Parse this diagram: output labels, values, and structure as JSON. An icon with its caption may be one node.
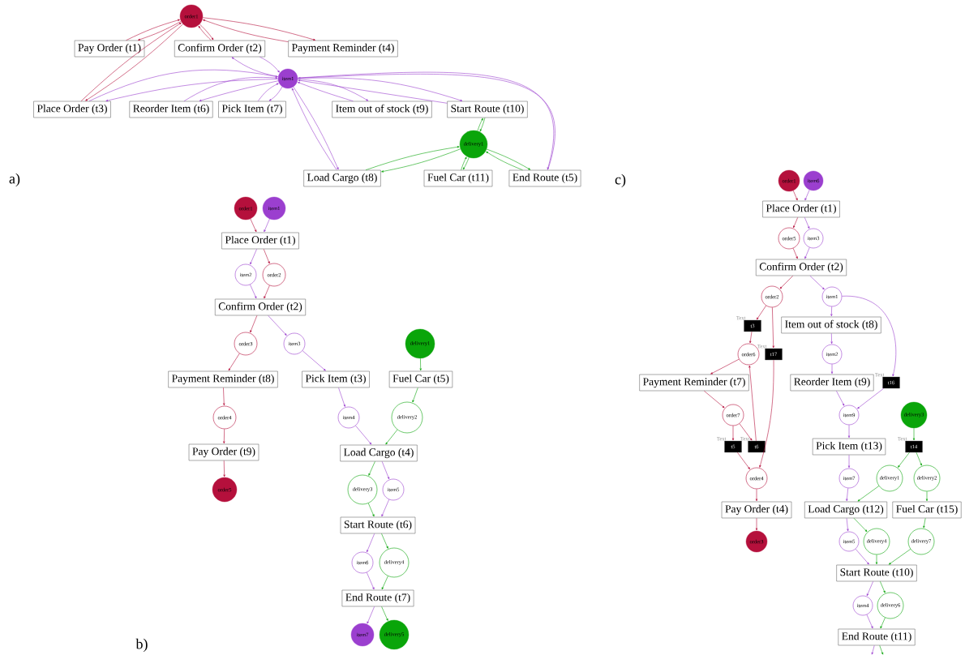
{
  "diagram": {
    "nodes": [
      {
        "text": [
          "order1"
        ]
      },
      {
        "text": [
          "Pay Order (t1)"
        ]
      },
      {
        "text": [
          "Confirm Order (t2)"
        ]
      },
      {
        "text": [
          "Payment Reminder (t4)"
        ]
      },
      {
        "text": [
          "item1"
        ]
      },
      {
        "text": [
          "Place Order (t3)"
        ]
      },
      {
        "text": [
          "Reorder Item (t6)"
        ]
      },
      {
        "text": [
          "Pick Item (t7)"
        ]
      },
      {
        "text": [
          "Item out of stock (t9)"
        ]
      },
      {
        "text": [
          "Start Route (t10)"
        ]
      },
      {
        "text": [
          "delivery1"
        ]
      },
      {
        "text": [
          "Load Cargo (t8)"
        ]
      },
      {
        "text": [
          "Fuel Car (t11)"
        ]
      },
      {
        "text": [
          "End Route (t5)"
        ]
      },
      {
        "text": [
          "order1"
        ]
      },
      {
        "text": [
          "item1"
        ]
      },
      {
        "text": [
          "Place Order (t1)"
        ]
      },
      {
        "text": [
          "item2"
        ]
      },
      {
        "text": [
          "order2"
        ]
      },
      {
        "text": [
          "Confirm Order (t2)"
        ]
      },
      {
        "text": [
          "order3"
        ]
      },
      {
        "text": [
          "item3"
        ]
      },
      {
        "text": [
          "delivery1"
        ]
      },
      {
        "text": [
          "Payment Reminder (t8)"
        ]
      },
      {
        "text": [
          "Pick Item (t3)"
        ]
      },
      {
        "text": [
          "Fuel Car (t5)"
        ]
      },
      {
        "text": [
          "order4"
        ]
      },
      {
        "text": [
          "item4"
        ]
      },
      {
        "text": [
          "delivery2"
        ]
      },
      {
        "text": [
          "Pay Order (t9)"
        ]
      },
      {
        "text": [
          "Load Cargo (t4)"
        ]
      },
      {
        "text": [
          "order5"
        ]
      },
      {
        "text": [
          "delivery3"
        ]
      },
      {
        "text": [
          "item5"
        ]
      },
      {
        "text": [
          "Start Route (t6)"
        ]
      },
      {
        "text": [
          "item6"
        ]
      },
      {
        "text": [
          "delivery4"
        ]
      },
      {
        "text": [
          "End Route (t7)"
        ]
      },
      {
        "text": [
          "item7"
        ]
      },
      {
        "text": [
          "delivery5"
        ]
      },
      {
        "text": [
          "order1"
        ]
      },
      {
        "text": [
          "item6"
        ]
      },
      {
        "text": [
          "Place Order (t1)"
        ]
      },
      {
        "text": [
          "order5"
        ]
      },
      {
        "text": [
          "item3"
        ]
      },
      {
        "text": [
          "Confirm Order (t2)"
        ]
      },
      {
        "text": [
          "order2"
        ]
      },
      {
        "text": [
          "item1"
        ]
      },
      {
        "text": [
          "t3"
        ],
        "beside": [
          "Text"
        ]
      },
      {
        "text": [
          "Item out of stock (t8)"
        ]
      },
      {
        "text": [
          "order6"
        ]
      },
      {
        "text": [
          "t17"
        ],
        "beside": [
          "Text"
        ]
      },
      {
        "text": [
          "item2"
        ]
      },
      {
        "text": [
          "Payment Reminder (t7)"
        ]
      },
      {
        "text": [
          "Reorder Item (t9)"
        ]
      },
      {
        "text": [
          "t16"
        ],
        "beside": [
          "Text"
        ]
      },
      {
        "text": [
          "order7"
        ]
      },
      {
        "text": [
          "item9"
        ]
      },
      {
        "text": [
          "delivery3"
        ]
      },
      {
        "text": [
          "t5"
        ],
        "beside": [
          "Text"
        ]
      },
      {
        "text": [
          "t6"
        ],
        "beside": [
          "Text"
        ]
      },
      {
        "text": [
          "Pick Item (t13)"
        ]
      },
      {
        "text": [
          "t14"
        ],
        "beside": [
          "Text"
        ]
      },
      {
        "text": [
          "order4"
        ]
      },
      {
        "text": [
          "item7"
        ]
      },
      {
        "text": [
          "delivery1"
        ]
      },
      {
        "text": [
          "delivery2"
        ]
      },
      {
        "text": [
          "Pay Order (t4)"
        ]
      },
      {
        "text": [
          "Load Cargo (t12)"
        ]
      },
      {
        "text": [
          "Fuel Car (t15)"
        ]
      },
      {
        "text": [
          "order3"
        ]
      },
      {
        "text": [
          "item5"
        ]
      },
      {
        "text": [
          "delivery4"
        ]
      },
      {
        "text": [
          "delivery7"
        ]
      },
      {
        "text": [
          "Start Route (t10)"
        ]
      },
      {
        "text": [
          "item4"
        ]
      },
      {
        "text": [
          "delivery6"
        ]
      },
      {
        "text": [
          "End Route (t11)"
        ]
      }
    ],
    "edges": [
      {
        "from": 0,
        "to": 1,
        "arrow": "to",
        "color": "#b5103c"
      },
      {
        "from": 1,
        "to": 0,
        "arrow": "to",
        "color": "#b5103c"
      },
      {
        "from": 0,
        "to": 2,
        "arrow": "to",
        "color": "#b5103c"
      },
      {
        "from": 2,
        "to": 0,
        "arrow": "to",
        "color": "#b5103c"
      },
      {
        "from": 3,
        "to": 0,
        "arrow": "to",
        "color": "#b5103c"
      },
      {
        "from": 0,
        "to": 3,
        "arrow": "to",
        "color": "#b5103c"
      },
      {
        "from": 0,
        "to": 5,
        "arrow": "to",
        "color": "#b5103c"
      },
      {
        "from": 5,
        "to": 0,
        "arrow": "to",
        "color": "#b5103c"
      },
      {
        "from": 4,
        "to": 2,
        "arrow": "to",
        "color": "#9b3fcf"
      },
      {
        "from": 2,
        "to": 4,
        "arrow": "to",
        "color": "#9b3fcf"
      },
      {
        "from": 4,
        "to": 5,
        "arrow": "to",
        "color": "#9b3fcf"
      },
      {
        "from": 5,
        "to": 4,
        "arrow": "to",
        "color": "#9b3fcf"
      },
      {
        "from": 4,
        "to": 6,
        "arrow": "to",
        "color": "#9b3fcf"
      },
      {
        "from": 6,
        "to": 4,
        "arrow": "to",
        "color": "#9b3fcf"
      },
      {
        "from": 4,
        "to": 7,
        "arrow": "to",
        "color": "#9b3fcf"
      },
      {
        "from": 7,
        "to": 4,
        "arrow": "to",
        "color": "#9b3fcf"
      },
      {
        "from": 4,
        "to": 8,
        "arrow": "to",
        "color": "#9b3fcf"
      },
      {
        "from": 8,
        "to": 4,
        "arrow": "to",
        "color": "#9b3fcf"
      },
      {
        "from": 4,
        "to": 9,
        "arrow": "to",
        "color": "#9b3fcf"
      },
      {
        "from": 9,
        "to": 4,
        "arrow": "to",
        "color": "#9b3fcf"
      },
      {
        "from": 4,
        "to": 11,
        "arrow": "to",
        "color": "#9b3fcf"
      },
      {
        "from": 11,
        "to": 4,
        "arrow": "to",
        "color": "#9b3fcf"
      },
      {
        "from": 4,
        "to": 13,
        "arrow": "to",
        "color": "#9b3fcf"
      },
      {
        "from": 13,
        "to": 4,
        "arrow": "to",
        "color": "#9b3fcf"
      },
      {
        "from": 10,
        "to": 9,
        "arrow": "to",
        "color": "#0aa50a"
      },
      {
        "from": 9,
        "to": 10,
        "arrow": "to",
        "color": "#0aa50a"
      },
      {
        "from": 10,
        "to": 11,
        "arrow": "to",
        "color": "#0aa50a"
      },
      {
        "from": 11,
        "to": 10,
        "arrow": "to",
        "color": "#0aa50a"
      },
      {
        "from": 10,
        "to": 12,
        "arrow": "to",
        "color": "#0aa50a"
      },
      {
        "from": 12,
        "to": 10,
        "arrow": "to",
        "color": "#0aa50a"
      },
      {
        "from": 10,
        "to": 13,
        "arrow": "to",
        "color": "#0aa50a"
      },
      {
        "from": 13,
        "to": 10,
        "arrow": "to",
        "color": "#0aa50a"
      },
      {
        "from": 14,
        "to": 16,
        "arrow": "to",
        "color": "#b5103c"
      },
      {
        "from": 15,
        "to": 16,
        "arrow": "to",
        "color": "#9b3fcf"
      },
      {
        "from": 16,
        "to": 17,
        "arrow": "to",
        "color": "#9b3fcf"
      },
      {
        "from": 16,
        "to": 18,
        "arrow": "to",
        "color": "#b5103c"
      },
      {
        "from": 17,
        "to": 19,
        "arrow": "to",
        "color": "#9b3fcf"
      },
      {
        "from": 18,
        "to": 19,
        "arrow": "to",
        "color": "#b5103c"
      },
      {
        "from": 19,
        "to": 20,
        "arrow": "to",
        "color": "#b5103c"
      },
      {
        "from": 19,
        "to": 21,
        "arrow": "to",
        "color": "#9b3fcf"
      },
      {
        "from": 20,
        "to": 23,
        "arrow": "to",
        "color": "#b5103c"
      },
      {
        "from": 21,
        "to": 24,
        "arrow": "to",
        "color": "#9b3fcf"
      },
      {
        "from": 22,
        "to": 25,
        "arrow": "to",
        "color": "#0aa50a"
      },
      {
        "from": 23,
        "to": 26,
        "arrow": "to",
        "color": "#b5103c"
      },
      {
        "from": 24,
        "to": 27,
        "arrow": "to",
        "color": "#9b3fcf"
      },
      {
        "from": 25,
        "to": 28,
        "arrow": "to",
        "color": "#0aa50a"
      },
      {
        "from": 26,
        "to": 29,
        "arrow": "to",
        "color": "#b5103c"
      },
      {
        "from": 29,
        "to": 31,
        "arrow": "to",
        "color": "#b5103c"
      },
      {
        "from": 27,
        "to": 30,
        "arrow": "to",
        "color": "#9b3fcf"
      },
      {
        "from": 28,
        "to": 30,
        "arrow": "to",
        "color": "#0aa50a"
      },
      {
        "from": 30,
        "to": 32,
        "arrow": "to",
        "color": "#0aa50a"
      },
      {
        "from": 30,
        "to": 33,
        "arrow": "to",
        "color": "#9b3fcf"
      },
      {
        "from": 32,
        "to": 34,
        "arrow": "to",
        "color": "#0aa50a"
      },
      {
        "from": 33,
        "to": 34,
        "arrow": "to",
        "color": "#9b3fcf"
      },
      {
        "from": 34,
        "to": 35,
        "arrow": "to",
        "color": "#9b3fcf"
      },
      {
        "from": 34,
        "to": 36,
        "arrow": "to",
        "color": "#0aa50a"
      },
      {
        "from": 35,
        "to": 37,
        "arrow": "to",
        "color": "#9b3fcf"
      },
      {
        "from": 36,
        "to": 37,
        "arrow": "to",
        "color": "#0aa50a"
      },
      {
        "from": 37,
        "to": 38,
        "arrow": "to",
        "color": "#9b3fcf"
      },
      {
        "from": 37,
        "to": 39,
        "arrow": "to",
        "color": "#0aa50a"
      },
      {
        "from": 40,
        "to": 42,
        "arrow": "to",
        "color": "#b5103c"
      },
      {
        "from": 41,
        "to": 42,
        "arrow": "to",
        "color": "#9b3fcf"
      },
      {
        "from": 42,
        "to": 43,
        "arrow": "to",
        "color": "#b5103c"
      },
      {
        "from": 42,
        "to": 44,
        "arrow": "to",
        "color": "#9b3fcf"
      },
      {
        "from": 43,
        "to": 45,
        "arrow": "to",
        "color": "#b5103c"
      },
      {
        "from": 44,
        "to": 45,
        "arrow": "to",
        "color": "#9b3fcf"
      },
      {
        "from": 45,
        "to": 46,
        "arrow": "to",
        "color": "#b5103c"
      },
      {
        "from": 45,
        "to": 47,
        "arrow": "to",
        "color": "#9b3fcf"
      },
      {
        "from": 46,
        "to": 48,
        "arrow": "to",
        "color": "#b5103c"
      },
      {
        "from": 46,
        "to": 51,
        "arrow": "to",
        "color": "#b5103c"
      },
      {
        "from": 47,
        "to": 49,
        "arrow": "to",
        "color": "#9b3fcf"
      },
      {
        "from": 47,
        "to": 55,
        "arrow": "to",
        "color": "#9b3fcf"
      },
      {
        "from": 48,
        "to": 50,
        "arrow": "to",
        "color": "#b5103c"
      },
      {
        "from": 49,
        "to": 52,
        "arrow": "to",
        "color": "#9b3fcf"
      },
      {
        "from": 50,
        "to": 53,
        "arrow": "to",
        "color": "#b5103c"
      },
      {
        "from": 52,
        "to": 54,
        "arrow": "to",
        "color": "#9b3fcf"
      },
      {
        "from": 53,
        "to": 56,
        "arrow": "to",
        "color": "#b5103c"
      },
      {
        "from": 54,
        "to": 57,
        "arrow": "to",
        "color": "#9b3fcf"
      },
      {
        "from": 55,
        "to": 57,
        "arrow": "to",
        "color": "#9b3fcf"
      },
      {
        "from": 56,
        "to": 59,
        "arrow": "to",
        "color": "#b5103c"
      },
      {
        "from": 56,
        "to": 60,
        "arrow": "to",
        "color": "#b5103c"
      },
      {
        "from": 60,
        "to": 50,
        "arrow": "to",
        "color": "#b5103c"
      },
      {
        "from": 51,
        "to": 63,
        "arrow": "to",
        "color": "#b5103c"
      },
      {
        "from": 59,
        "to": 63,
        "arrow": "to",
        "color": "#b5103c"
      },
      {
        "from": 57,
        "to": 61,
        "arrow": "to",
        "color": "#9b3fcf"
      },
      {
        "from": 58,
        "to": 62,
        "arrow": "to",
        "color": "#0aa50a"
      },
      {
        "from": 63,
        "to": 67,
        "arrow": "to",
        "color": "#b5103c"
      },
      {
        "from": 61,
        "to": 64,
        "arrow": "to",
        "color": "#9b3fcf"
      },
      {
        "from": 62,
        "to": 65,
        "arrow": "to",
        "color": "#0aa50a"
      },
      {
        "from": 62,
        "to": 66,
        "arrow": "to",
        "color": "#0aa50a"
      },
      {
        "from": 67,
        "to": 70,
        "arrow": "to",
        "color": "#b5103c"
      },
      {
        "from": 64,
        "to": 68,
        "arrow": "to",
        "color": "#9b3fcf"
      },
      {
        "from": 65,
        "to": 68,
        "arrow": "to",
        "color": "#0aa50a"
      },
      {
        "from": 66,
        "to": 69,
        "arrow": "to",
        "color": "#0aa50a"
      },
      {
        "from": 68,
        "to": 71,
        "arrow": "to",
        "color": "#9b3fcf"
      },
      {
        "from": 68,
        "to": 72,
        "arrow": "to",
        "color": "#0aa50a"
      },
      {
        "from": 69,
        "to": 73,
        "arrow": "to",
        "color": "#0aa50a"
      },
      {
        "from": 71,
        "to": 74,
        "arrow": "to",
        "color": "#9b3fcf"
      },
      {
        "from": 72,
        "to": 74,
        "arrow": "to",
        "color": "#0aa50a"
      },
      {
        "from": 73,
        "to": 74,
        "arrow": "to",
        "color": "#0aa50a"
      },
      {
        "from": 74,
        "to": 75,
        "arrow": "to",
        "color": "#9b3fcf"
      },
      {
        "from": 74,
        "to": 76,
        "arrow": "to",
        "color": "#0aa50a"
      },
      {
        "from": 75,
        "to": 77,
        "arrow": "to",
        "color": "#9b3fcf"
      },
      {
        "from": 76,
        "to": 77,
        "arrow": "to",
        "color": "#0aa50a"
      },
      {
        "from": 77,
        "to": null,
        "arrow": "to",
        "color": "#9b3fcf"
      },
      {
        "from": 77,
        "to": null,
        "arrow": "to",
        "color": "#0aa50a"
      }
    ],
    "labels": [
      "a)",
      "b)",
      "c)"
    ]
  }
}
